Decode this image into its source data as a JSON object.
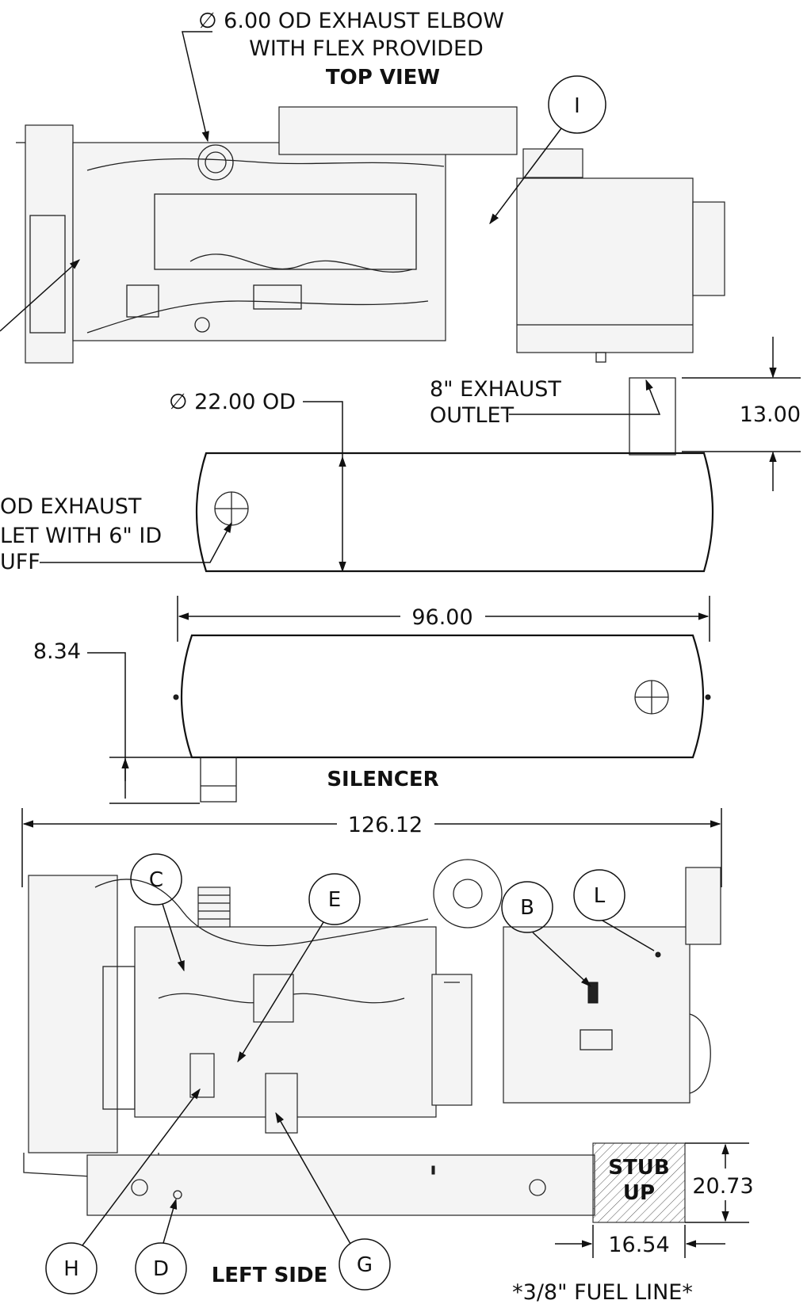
{
  "labels": {
    "exhaust_elbow_line1": "∅ 6.00 OD EXHAUST ELBOW",
    "exhaust_elbow_line2": "WITH FLEX PROVIDED",
    "top_view": "TOP VIEW",
    "silencer_od": "∅ 22.00 OD",
    "exhaust_outlet_line1": "8\" EXHAUST",
    "exhaust_outlet_line2": "OUTLET",
    "exhaust_inlet_line1": "OD EXHAUST",
    "exhaust_inlet_line2": "LET WITH 6\" ID",
    "exhaust_inlet_line3": "UFF",
    "silencer": "SILENCER",
    "left_side": "LEFT SIDE",
    "stub_up_line1": "STUB",
    "stub_up_line2": "UP",
    "fuel_line": "*3/8\" FUEL LINE*"
  },
  "dimensions": {
    "outlet_height": "13.00",
    "silencer_length": "96.00",
    "outlet_offset": "8.34",
    "overall_length": "126.12",
    "stub_height": "20.73",
    "stub_width": "16.54"
  },
  "callouts": {
    "i": "I",
    "c": "C",
    "e": "E",
    "b": "B",
    "l": "L",
    "h": "H",
    "d": "D",
    "g": "G"
  }
}
